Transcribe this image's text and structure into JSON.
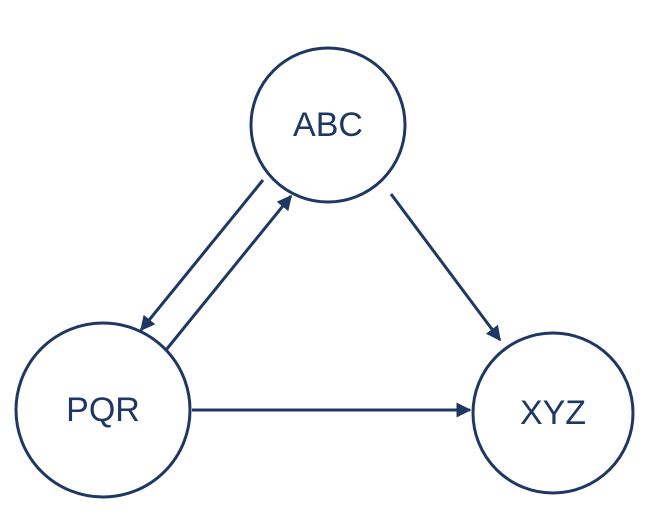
{
  "diagram": {
    "colors": {
      "stroke": "#1f3863",
      "text": "#1f3863"
    },
    "nodes": [
      {
        "id": "abc",
        "label": "ABC"
      },
      {
        "id": "pqr",
        "label": "PQR"
      },
      {
        "id": "xyz",
        "label": "XYZ"
      }
    ],
    "edges": [
      {
        "from": "abc",
        "to": "pqr"
      },
      {
        "from": "pqr",
        "to": "abc"
      },
      {
        "from": "abc",
        "to": "xyz"
      },
      {
        "from": "pqr",
        "to": "xyz"
      }
    ]
  }
}
